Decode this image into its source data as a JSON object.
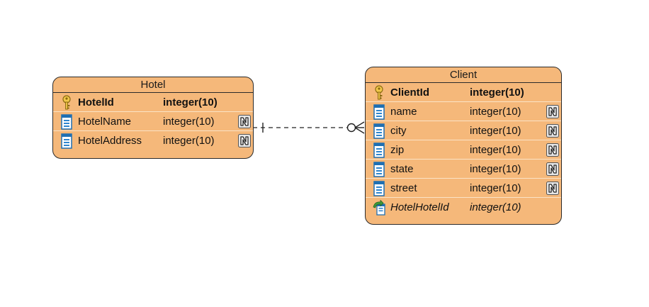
{
  "entities": {
    "hotel": {
      "title": "Hotel",
      "columns": [
        {
          "name": "HotelId",
          "type": "integer(10)",
          "key": "pk",
          "nullable": false,
          "icon": "primary-key-icon"
        },
        {
          "name": "HotelName",
          "type": "integer(10)",
          "key": "",
          "nullable": true,
          "icon": "column-icon"
        },
        {
          "name": "HotelAddress",
          "type": "integer(10)",
          "key": "",
          "nullable": true,
          "icon": "column-icon"
        }
      ]
    },
    "client": {
      "title": "Client",
      "columns": [
        {
          "name": "ClientId",
          "type": "integer(10)",
          "key": "pk",
          "nullable": false,
          "icon": "primary-key-icon"
        },
        {
          "name": "name",
          "type": "integer(10)",
          "key": "",
          "nullable": true,
          "icon": "column-icon"
        },
        {
          "name": "city",
          "type": "integer(10)",
          "key": "",
          "nullable": true,
          "icon": "column-icon"
        },
        {
          "name": "zip",
          "type": "integer(10)",
          "key": "",
          "nullable": true,
          "icon": "column-icon"
        },
        {
          "name": "state",
          "type": "integer(10)",
          "key": "",
          "nullable": true,
          "icon": "column-icon"
        },
        {
          "name": "street",
          "type": "integer(10)",
          "key": "",
          "nullable": true,
          "icon": "column-icon"
        },
        {
          "name": "HotelHotelId",
          "type": "integer(10)",
          "key": "fk",
          "nullable": false,
          "icon": "foreign-key-icon"
        }
      ]
    }
  },
  "relationship": {
    "from": "Hotel",
    "to": "Client",
    "from_cardinality": "one",
    "to_cardinality": "zero-or-many",
    "line_style": "dashed"
  },
  "colors": {
    "entity_fill": "#f5b87a",
    "border": "#2b2b2b",
    "row_separator": "#fbe3c6"
  }
}
